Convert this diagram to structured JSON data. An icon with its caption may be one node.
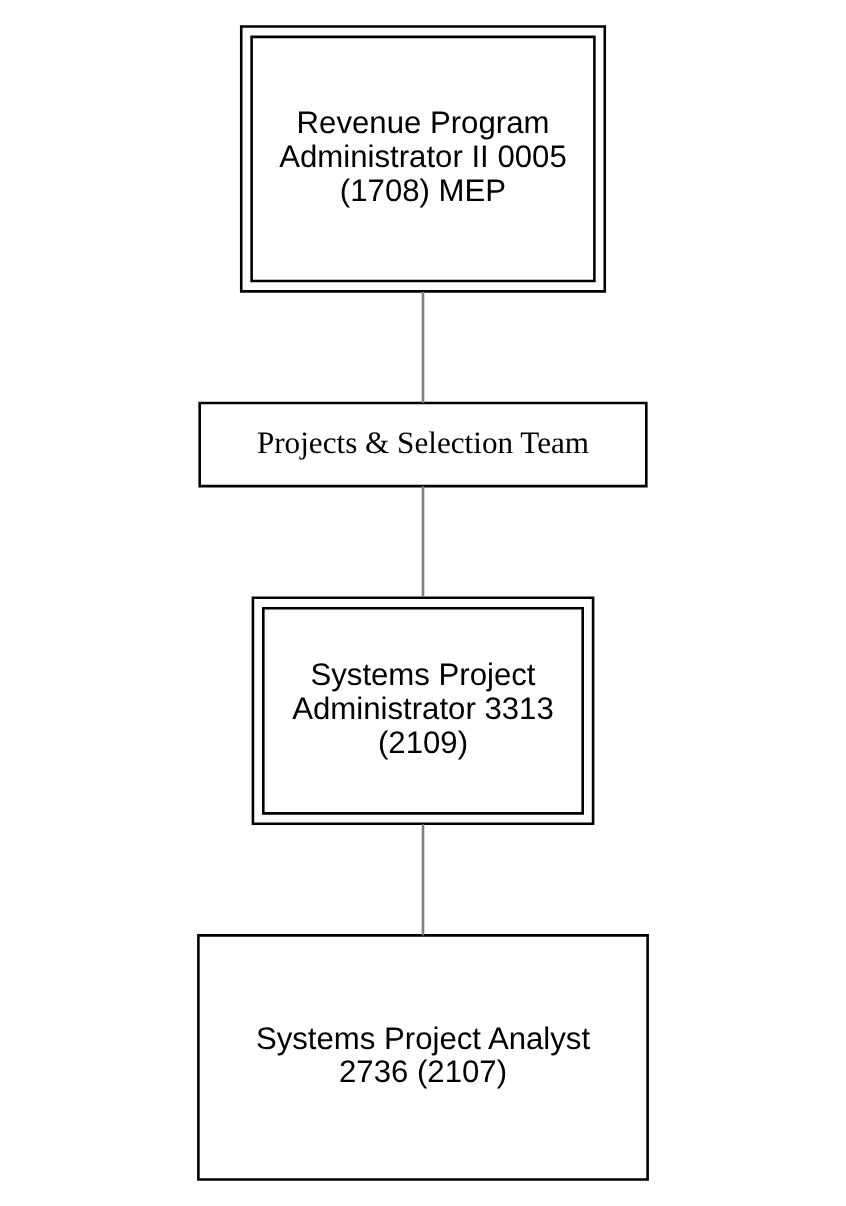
{
  "diagram": {
    "nodes": [
      {
        "text": [
          "Revenue Program Administrator II 0005 (1708) MEP"
        ]
      },
      {
        "text": [
          "Projects & Selection Team"
        ]
      },
      {
        "text": [
          "Systems Project Administrator 3313 (2109)"
        ]
      },
      {
        "text": [
          "Systems Project Analyst 2736 (2107)"
        ]
      }
    ],
    "edges": [
      {
        "from": 0,
        "to": 1,
        "arrow": "none"
      },
      {
        "from": 1,
        "to": 2,
        "arrow": "none"
      },
      {
        "from": 2,
        "to": 3,
        "arrow": "none"
      }
    ]
  }
}
